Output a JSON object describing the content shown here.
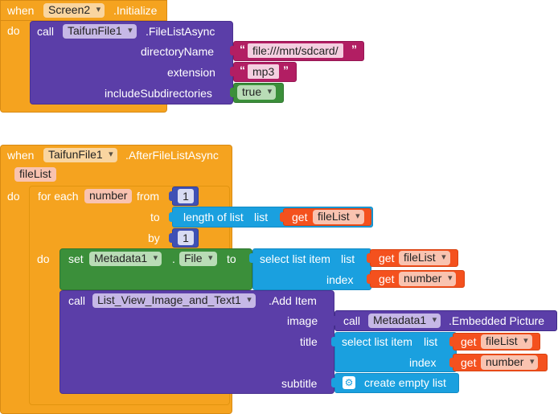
{
  "event1": {
    "when": "when",
    "component": "Screen2",
    "event": ".Initialize",
    "do": "do",
    "call": {
      "call_kw": "call",
      "component": "TaifunFile1",
      "method": ".FileListAsync",
      "params": [
        {
          "name": "directoryName",
          "value": "file:///mnt/sdcard/"
        },
        {
          "name": "extension",
          "value": "mp3"
        },
        {
          "name": "includeSubdirectories",
          "value": "true"
        }
      ]
    }
  },
  "event2": {
    "when": "when",
    "component": "TaifunFile1",
    "event": ".AfterFileListAsync",
    "param": "fileList",
    "do": "do",
    "for_each": {
      "label": "for each",
      "var": "number",
      "from": "from",
      "from_val": "1",
      "to": "to",
      "to_block": "length of list",
      "to_list_kw": "list",
      "get": "get",
      "to_get": "fileList",
      "by": "by",
      "by_val": "1",
      "do": "do"
    },
    "set": {
      "set_kw": "set",
      "component": "Metadata1",
      "dot": ".",
      "prop": "File",
      "to": "to",
      "select": "select list item",
      "list_kw": "list",
      "get": "get",
      "list_get": "fileList",
      "index_kw": "index",
      "index_get": "number"
    },
    "call": {
      "call_kw": "call",
      "component": "List_View_Image_and_Text1",
      "method": ".Add Item",
      "image_label": "image",
      "image_call": "call",
      "image_component": "Metadata1",
      "image_method": ".Embedded Picture",
      "title_label": "title",
      "title_select": "select list item",
      "title_list_kw": "list",
      "get": "get",
      "title_list_get": "fileList",
      "title_index_kw": "index",
      "title_index_get": "number",
      "subtitle_label": "subtitle",
      "subtitle_value": "create empty list"
    }
  },
  "colors": {
    "event": "#f5a31f",
    "component_call": "#5b3ea8",
    "text": "#b21e63",
    "logic": "#3b8f3a",
    "list": "#1aa0df",
    "math": "#3f51b5",
    "variable": "#f4511e"
  }
}
